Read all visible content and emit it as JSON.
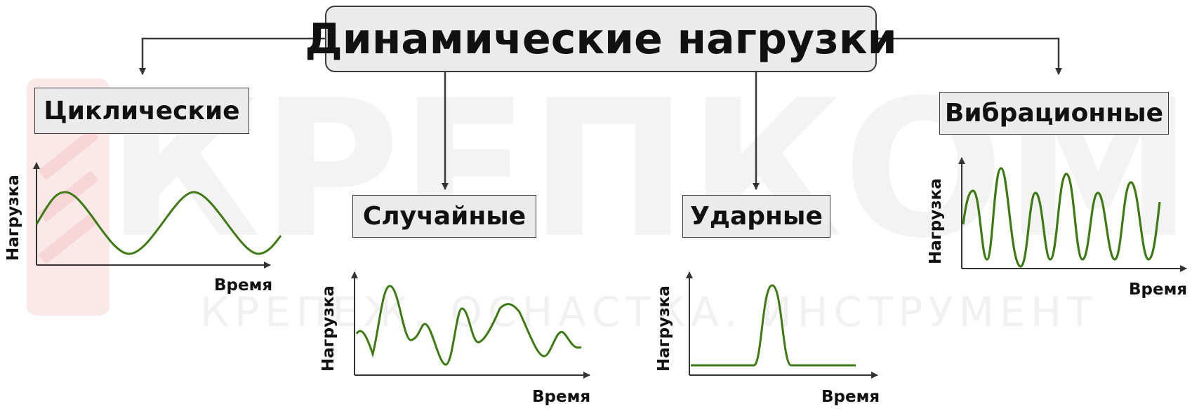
{
  "title": "Динамические нагрузки",
  "categories": [
    {
      "id": "cyclic",
      "label": "Циклические",
      "ylabel": "Нагрузка",
      "xlabel": "Время"
    },
    {
      "id": "random",
      "label": "Случайные",
      "ylabel": "Нагрузка",
      "xlabel": "Время"
    },
    {
      "id": "impact",
      "label": "Ударные",
      "ylabel": "Нагрузка",
      "xlabel": "Время"
    },
    {
      "id": "vibration",
      "label": "Вибрационные",
      "ylabel": "Нагрузка",
      "xlabel": "Время"
    }
  ],
  "watermark": {
    "brand": "КРЕПКОМ",
    "tagline": "КРЕПЕЖ. ОСНАСТКА. ИНСТРУМЕНТ"
  },
  "colors": {
    "curve": "#3d7a14",
    "axis": "#333333",
    "box_fill": "#ebebeb",
    "watermark": "#f2f2f2"
  }
}
